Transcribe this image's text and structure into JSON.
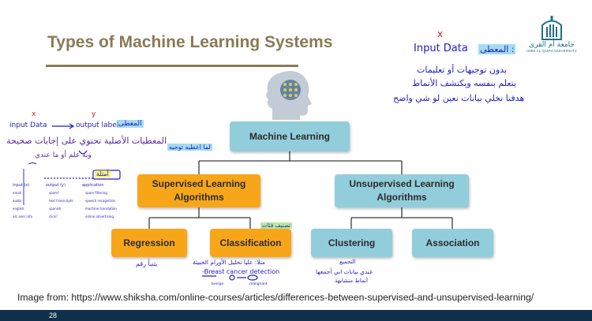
{
  "slide": {
    "title": "Types of Machine Learning Systems",
    "source": "Image from: https://www.shiksha.com/online-courses/articles/differences-between-supervised-and-unsupervised-learning/",
    "slide_number": "28"
  },
  "logo": {
    "arabic_name": "جامعة أم القرى",
    "english_name": "UMM AL-QURA UNIVERSITY"
  },
  "diagram": {
    "root": "Machine Learning",
    "supervised": "Supervised Learning Algorithms",
    "unsupervised": "Unsupervised Learning Algorithms",
    "regression": "Regression",
    "classification": "Classification",
    "clustering": "Clustering",
    "association": "Association"
  },
  "handwriting": {
    "top_right": {
      "x_mark": "x",
      "input_label": "Input Data",
      "given": "المعطى :",
      "lines": [
        "بدون توجيهات أو تعليمات",
        "يتعلم بنفسه ويكتشف الأنماط",
        "هدفنا نخلي بيانات نعين لو شي واضح"
      ]
    },
    "top_left": {
      "x_mark": "x",
      "y_mark": "y",
      "input": "input Data",
      "output": "output label",
      "given": "المعطى",
      "line1": "المعطيات الأصلية تحتوي على إجابات صحيحة",
      "line2": "وبه علم أو ما عندي"
    },
    "example_tag": "أمثلة",
    "example_table": {
      "headers": [
        "input (x)",
        "output (y)",
        "application"
      ],
      "rows": [
        [
          "email",
          "spam?",
          "spam filtering"
        ],
        [
          "audio",
          "text transcripts",
          "speech recognition"
        ],
        [
          "english",
          "spanish",
          "machine translation"
        ],
        [
          "ad, user info",
          "click?",
          "online advertising"
        ]
      ]
    },
    "supervised_note": "لما اعطيه توجيه",
    "regression_note": "يتنبأ رقم",
    "classification_tag": "تصنيف فئات",
    "classification_note": "مثلا: عليا تحليل الأورام الخبيثة",
    "breast_cancer": "-Breast cancer detection",
    "benign": "benign",
    "malignant": "malignant",
    "clustering_tag": "التجميع",
    "clustering_note1": "عندي بيانات ابي أجمعها",
    "clustering_note2": "أنماط متشابهة"
  },
  "colors": {
    "title": "#8a7a55",
    "orange": "#f7a61a",
    "blue": "#92cddc",
    "ink": "#1e1ec8",
    "footer": "#0f2f4a"
  }
}
